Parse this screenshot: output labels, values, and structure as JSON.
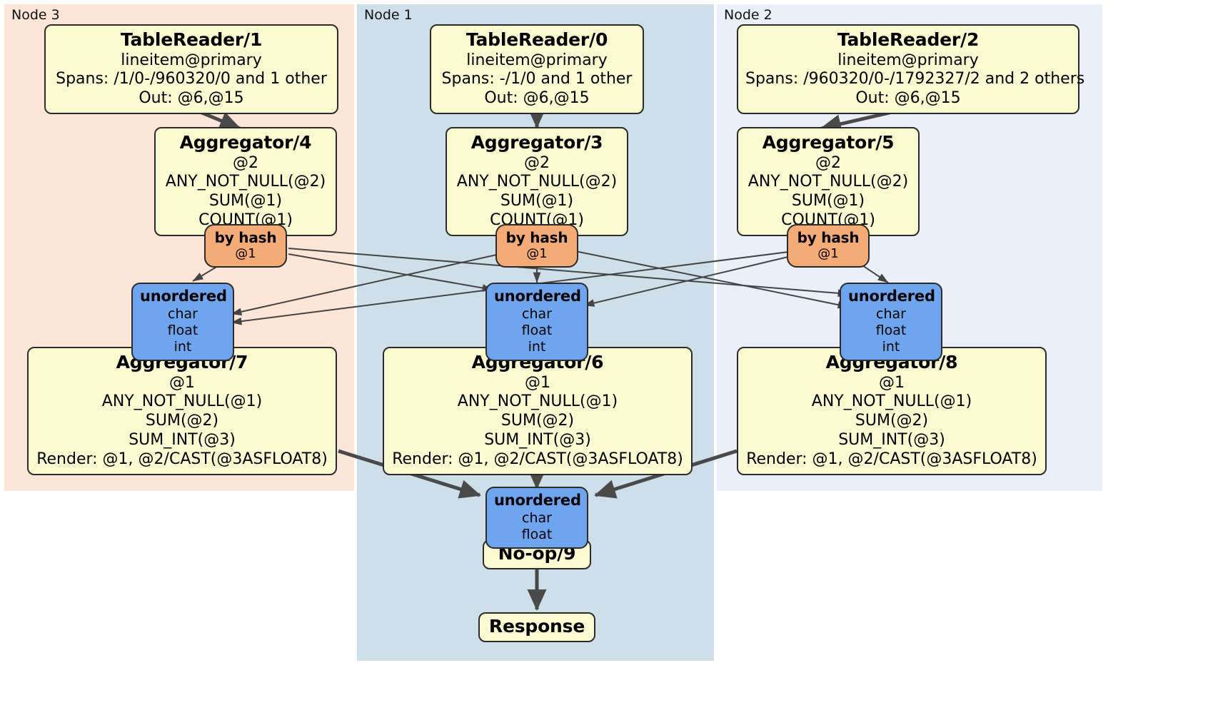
{
  "diagram": {
    "type": "distributed-query-plan",
    "regions": [
      {
        "id": "node3",
        "label": "Node 3",
        "color": "#fde5d7"
      },
      {
        "id": "node1",
        "label": "Node 1",
        "color": "#cfdfea"
      },
      {
        "id": "node2",
        "label": "Node 2",
        "color": "#eaf0fa"
      }
    ],
    "processors": {
      "table_reader_1": {
        "title": "TableReader/1",
        "lines": [
          "lineitem@primary",
          "Spans: /1/0-/960320/0 and 1 other",
          "Out: @6,@15"
        ]
      },
      "table_reader_0": {
        "title": "TableReader/0",
        "lines": [
          "lineitem@primary",
          "Spans: -/1/0 and 1 other",
          "Out: @6,@15"
        ]
      },
      "table_reader_2": {
        "title": "TableReader/2",
        "lines": [
          "lineitem@primary",
          "Spans: /960320/0-/1792327/2 and 2 others",
          "Out: @6,@15"
        ]
      },
      "aggregator_4": {
        "title": "Aggregator/4",
        "lines": [
          "@2",
          "ANY_NOT_NULL(@2)",
          "SUM(@1)",
          "COUNT(@1)"
        ]
      },
      "aggregator_3": {
        "title": "Aggregator/3",
        "lines": [
          "@2",
          "ANY_NOT_NULL(@2)",
          "SUM(@1)",
          "COUNT(@1)"
        ]
      },
      "aggregator_5": {
        "title": "Aggregator/5",
        "lines": [
          "@2",
          "ANY_NOT_NULL(@2)",
          "SUM(@1)",
          "COUNT(@1)"
        ]
      },
      "aggregator_7": {
        "title": "Aggregator/7",
        "lines": [
          "@1",
          "ANY_NOT_NULL(@1)",
          "SUM(@2)",
          "SUM_INT(@3)",
          "Render: @1, @2/CAST(@3ASFLOAT8)"
        ]
      },
      "aggregator_6": {
        "title": "Aggregator/6",
        "lines": [
          "@1",
          "ANY_NOT_NULL(@1)",
          "SUM(@2)",
          "SUM_INT(@3)",
          "Render: @1, @2/CAST(@3ASFLOAT8)"
        ]
      },
      "aggregator_8": {
        "title": "Aggregator/8",
        "lines": [
          "@1",
          "ANY_NOT_NULL(@1)",
          "SUM(@2)",
          "SUM_INT(@3)",
          "Render: @1, @2/CAST(@3ASFLOAT8)"
        ]
      },
      "noop_9": {
        "title": "No-op/9",
        "lines": []
      },
      "response": {
        "title": "Response",
        "lines": []
      }
    },
    "routers": {
      "by_hash_left": {
        "title": "by hash",
        "lines": [
          "@1"
        ]
      },
      "by_hash_center": {
        "title": "by hash",
        "lines": [
          "@1"
        ]
      },
      "by_hash_right": {
        "title": "by hash",
        "lines": [
          "@1"
        ]
      }
    },
    "synchronizers": {
      "unordered_left": {
        "title": "unordered",
        "lines": [
          "char",
          "float",
          "int"
        ]
      },
      "unordered_center": {
        "title": "unordered",
        "lines": [
          "char",
          "float",
          "int"
        ]
      },
      "unordered_right": {
        "title": "unordered",
        "lines": [
          "char",
          "float",
          "int"
        ]
      },
      "unordered_final": {
        "title": "unordered",
        "lines": [
          "char",
          "float"
        ]
      }
    },
    "colors": {
      "processor_fill": "#fbfbd2",
      "router_fill": "#f5ab76",
      "synchronizer_fill": "#6fa4ef",
      "border": "#2b2b2b",
      "thin_edge": "#444444",
      "thick_edge": "#4a4a4a"
    }
  }
}
